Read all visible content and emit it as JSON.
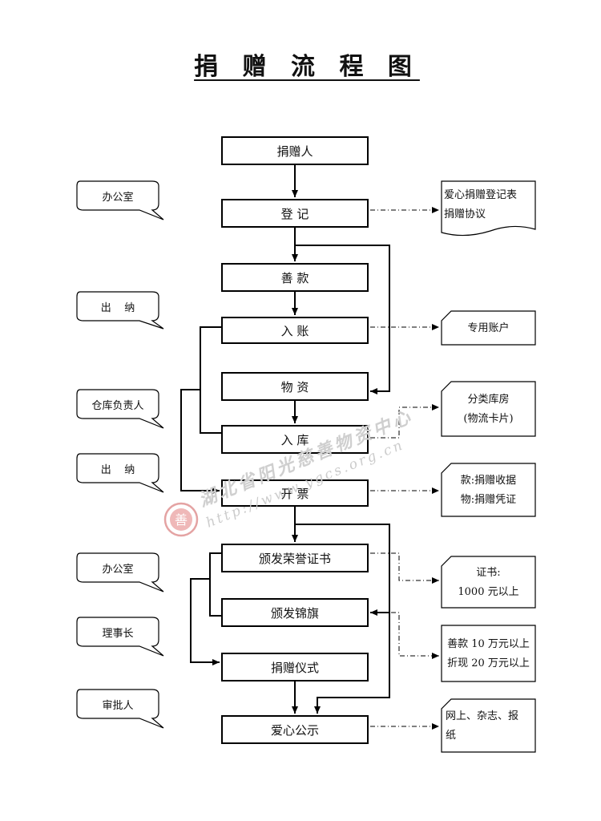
{
  "title": "捐 赠 流 程 图",
  "main_steps": {
    "donor": "捐赠人",
    "register": "登  记",
    "funds": "善  款",
    "entry": "入  账",
    "goods": "物  资",
    "storage": "入  库",
    "invoice": "开  票",
    "certificate": "颁发荣誉证书",
    "banner": "颁发锦旗",
    "ceremony": "捐赠仪式",
    "publicity": "爱心公示"
  },
  "roles": {
    "office_1": "办公室",
    "cashier_1": "出    纳",
    "warehouse_manager": "仓库负责人",
    "cashier_2": "出    纳",
    "office_2": "办公室",
    "chairman": "理事长",
    "approver": "审批人"
  },
  "documents": {
    "register_doc_1": "爱心捐赠登记表",
    "register_doc_2": "捐赠协议",
    "account": "专用账户",
    "warehouse_1": "分类库房",
    "warehouse_2": "(物流卡片)",
    "receipt_1": "款:捐赠收据",
    "receipt_2": "物:捐赠凭证",
    "cert_1": "证书:",
    "cert_2": "1000 元以上",
    "banner_1": "善款 10 万元以上",
    "banner_2": "折现 20 万元以上",
    "media_1": "网上、杂志、报",
    "media_2": "纸"
  },
  "watermark": {
    "text": "湖北省阳光慈善物资中心",
    "url": "http://www.ygcs.org.cn",
    "seal_char": "善"
  }
}
